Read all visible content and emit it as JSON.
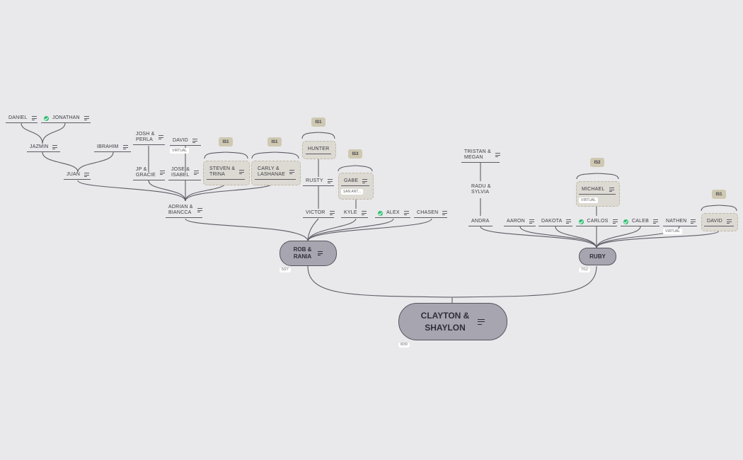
{
  "root": {
    "label_line1": "CLAYTON &",
    "label_line2": "SHAYLON",
    "count": "8/39"
  },
  "left_branch": {
    "label_line1": "ROB &",
    "label_line2": "RANIA",
    "count": "5/27",
    "nodes": {
      "daniel": "DANIEL",
      "jonathan": "JONATHAN",
      "jazmin": "JAZMIN",
      "ibrahim": "IBRAHIM",
      "juan": "JUAN",
      "josh_perla_1": "JOSH &",
      "josh_perla_2": "PERLA",
      "david": "DAVID",
      "jp_gracie_1": "JP &",
      "jp_gracie_2": "GRACIE",
      "jose_isabel_1": "JOSE &",
      "jose_isabel_2": "ISABEL",
      "steven_trina_1": "STEVEN &",
      "steven_trina_2": "TRINA",
      "carly_lashanae_1": "CARLY &",
      "carly_lashanae_2": "LASHANAE",
      "adrian_biancca_1": "ADRIAN &",
      "adrian_biancca_2": "BIANCCA",
      "hunter": "HUNTER",
      "rusty": "RUSTY",
      "gabe": "GABE",
      "victor": "VICTOR",
      "kyle": "KYLE",
      "alex": "ALEX",
      "chasen": "CHASEN"
    },
    "tags": {
      "virtual": "VIRTUAL",
      "san_ant": "SAN ANT..."
    },
    "badges": {
      "steven": "IS1",
      "carly": "IS1",
      "hunter": "IS1",
      "gabe": "IS3"
    }
  },
  "right_branch": {
    "label": "RUBY",
    "count": "7/12",
    "nodes": {
      "tristan_megan_1": "TRISTAN &",
      "tristan_megan_2": "MEGAN",
      "radu_sylvia_1": "RADU &",
      "radu_sylvia_2": "SYLVIA",
      "andra": "ANDRA",
      "aaron": "AARON",
      "dakota": "DAKOTA",
      "carlos": "CARLOS",
      "caleb": "CALEB",
      "nathen": "NATHEN",
      "david": "DAVID",
      "michael": "MICHAEL"
    },
    "tags": {
      "michael_virtual": "VIRTUAL",
      "nathen_virtual": "VIRTUAL"
    },
    "badges": {
      "michael": "IS2",
      "david": "IS1"
    }
  },
  "colors": {
    "background": "#e9e9eb",
    "pill": "#a7a5b0",
    "check": "#2fbf71",
    "badge": "#cfc8b2",
    "group": "#dddad3"
  }
}
